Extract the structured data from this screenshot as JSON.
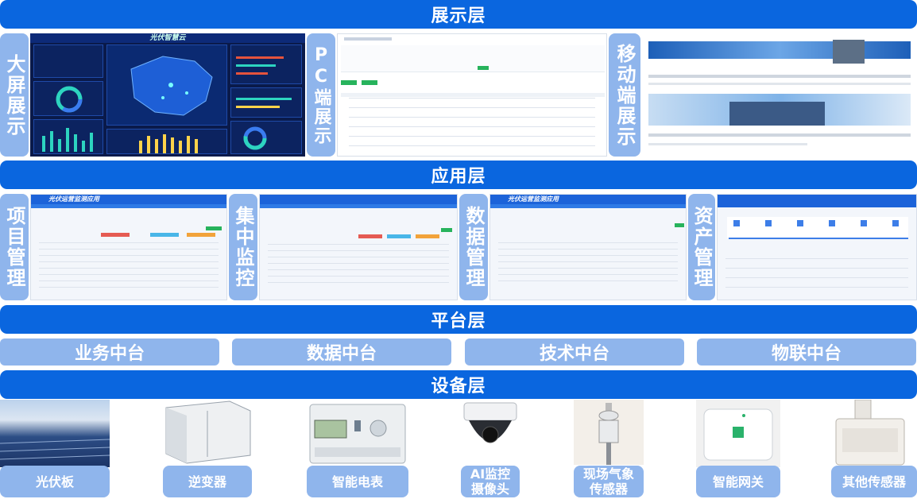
{
  "layers": {
    "presentation": "展示层",
    "application": "应用层",
    "platform": "平台层",
    "device": "设备层"
  },
  "presentation": {
    "big_screen": "大屏展示",
    "pc": "PC端展示",
    "mobile": "移动端展示",
    "dashboard_title": "光伏智慧云"
  },
  "application": {
    "project": "项目管理",
    "monitor": "集中监控",
    "data": "数据管理",
    "asset": "资产管理",
    "project_title": "光伏运营监测应用",
    "data_title": "光伏运营监测应用"
  },
  "platform": {
    "business": "业务中台",
    "data": "数据中台",
    "tech": "技术中台",
    "iot": "物联中台"
  },
  "devices": {
    "pv": "光伏板",
    "inverter": "逆变器",
    "meter": "智能电表",
    "camera": "AI监控\n摄像头",
    "weather": "现场气象\n传感器",
    "gateway": "智能网关",
    "other": "其他传感器"
  },
  "colors": {
    "bar": "#0a66df",
    "label": "#8fb5ec"
  }
}
